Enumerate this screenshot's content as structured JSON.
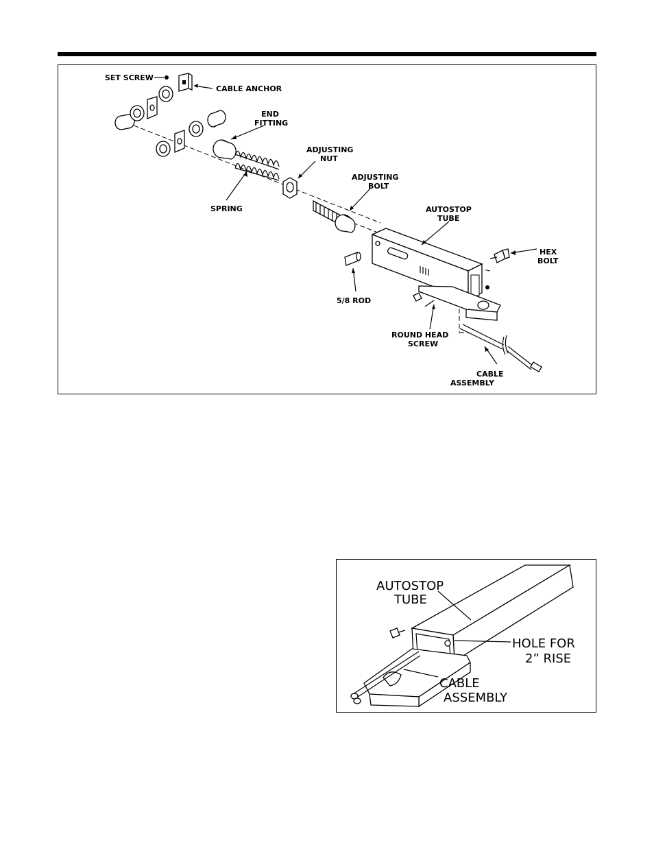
{
  "figure1": {
    "labels": {
      "set_screw": "SET SCREW",
      "cable_anchor": "CABLE ANCHOR",
      "end_fitting_1": "END",
      "end_fitting_2": "FITTING",
      "adjusting_nut_1": "ADJUSTING",
      "adjusting_nut_2": "NUT",
      "adjusting_bolt_1": "ADJUSTING",
      "adjusting_bolt_2": "BOLT",
      "spring": "SPRING",
      "autostop_tube_1": "AUTOSTOP",
      "autostop_tube_2": "TUBE",
      "hex_bolt_1": "HEX",
      "hex_bolt_2": "BOLT",
      "rod": "5/8 ROD",
      "round_head_screw_1": "ROUND HEAD",
      "round_head_screw_2": "SCREW",
      "cable_assembly_1": "CABLE",
      "cable_assembly_2": "ASSEMBLY"
    }
  },
  "figure2": {
    "labels": {
      "autostop_tube_1": "AUTOSTOP",
      "autostop_tube_2": "TUBE",
      "hole_1": "HOLE FOR",
      "hole_2": "2” RISE",
      "cable_assembly_1": "CABLE",
      "cable_assembly_2": "ASSEMBLY"
    }
  }
}
